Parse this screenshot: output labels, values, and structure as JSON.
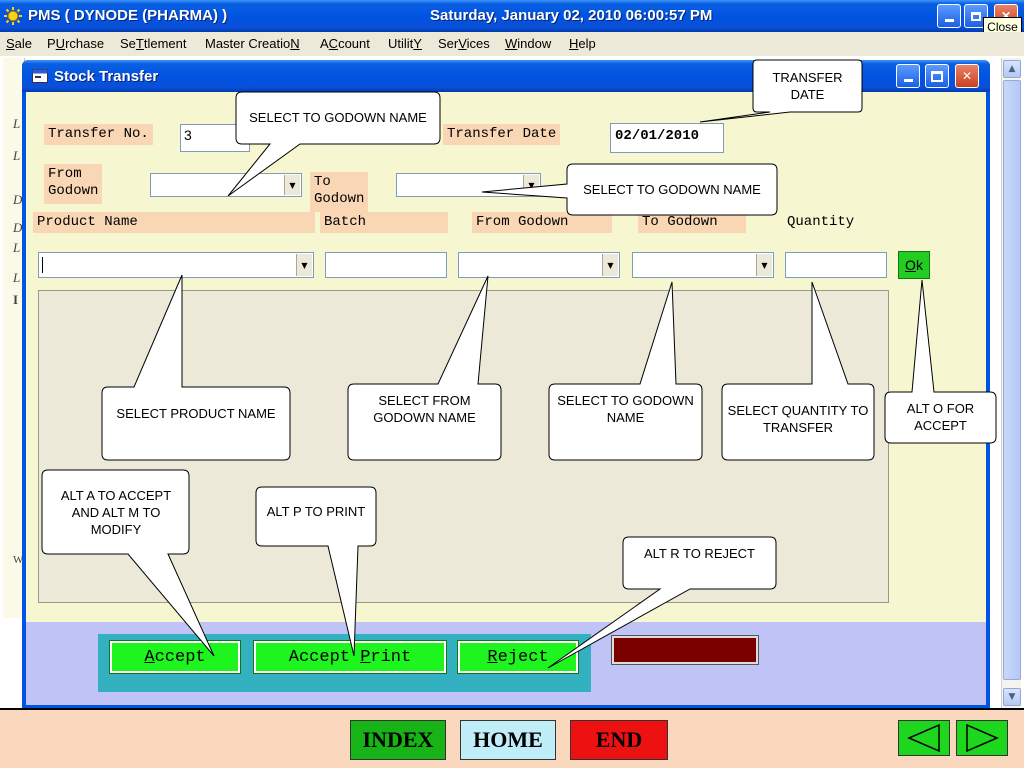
{
  "window": {
    "title": "PMS ( DYNODE (PHARMA) )",
    "datetime": "Saturday, January 02, 2010  06:00:57 PM",
    "close_tooltip": "Close"
  },
  "menu": [
    {
      "pre": "",
      "ul": "S",
      "post": "ale"
    },
    {
      "pre": "P",
      "ul": "U",
      "post": "rchase"
    },
    {
      "pre": "Se",
      "ul": "T",
      "post": "tlement"
    },
    {
      "pre": "Master Creatio",
      "ul": "N",
      "post": ""
    },
    {
      "pre": "A",
      "ul": "C",
      "post": "count"
    },
    {
      "pre": "Utilit",
      "ul": "Y",
      "post": ""
    },
    {
      "pre": "Ser",
      "ul": "V",
      "post": "ices"
    },
    {
      "pre": "",
      "ul": "W",
      "post": "indow"
    },
    {
      "pre": "",
      "ul": "H",
      "post": "elp"
    }
  ],
  "background": {
    "letters": [
      "L",
      "L",
      "D",
      "D",
      "L",
      "L",
      "I",
      "W"
    ]
  },
  "form": {
    "title": "Stock Transfer",
    "transfer_no_label": "Transfer No.",
    "transfer_no_value": "3",
    "transfer_date_label": "Transfer Date",
    "transfer_date_value": "02/01/2010",
    "from_godown_label": "From\nGodown",
    "to_godown_label": "To\nGodown",
    "columns": {
      "product_name": "Product Name",
      "batch": "Batch",
      "from_godown": "From Godown",
      "to_godown": "To Godown",
      "quantity": "Quantity"
    },
    "ok": {
      "ul": "O",
      "post": "k"
    }
  },
  "actions": {
    "accept": {
      "ul": "A",
      "post": "ccept"
    },
    "accept_print": {
      "pre": "Accept ",
      "ul": "P",
      "post": "rint"
    },
    "reject": {
      "ul": "R",
      "post": "eject"
    }
  },
  "nav": {
    "index": "INDEX",
    "home": "HOME",
    "end": "END"
  },
  "callouts": {
    "transfer_date": "TRANSFER DATE",
    "from_godown_select": "SELECT  TO GODOWN NAME",
    "to_godown_select": "SELECT  TO GODOWN NAME",
    "product": "SELECT PRODUCT NAME",
    "from_godown_col": "SELECT  FROM GODOWN NAME",
    "to_godown_col": "SELECT  TO GODOWN NAME",
    "quantity": "SELECT QUANTITY TO TRANSFER",
    "ok": "ALT O FOR ACCEPT",
    "accept": "ALT A TO ACCEPT AND ALT M TO MODIFY",
    "print": "ALT P  TO PRINT",
    "reject": "ALT R TO REJECT"
  },
  "colors": {
    "titlebar": "#0054e3",
    "form_bg": "#f6f6d0",
    "label_bg": "#f9d6b4",
    "action_green": "#1ef51e",
    "action_panel": "#34b1c1",
    "bottom_bar": "#bfc3f5",
    "nav_strip": "#f9d8bd"
  }
}
